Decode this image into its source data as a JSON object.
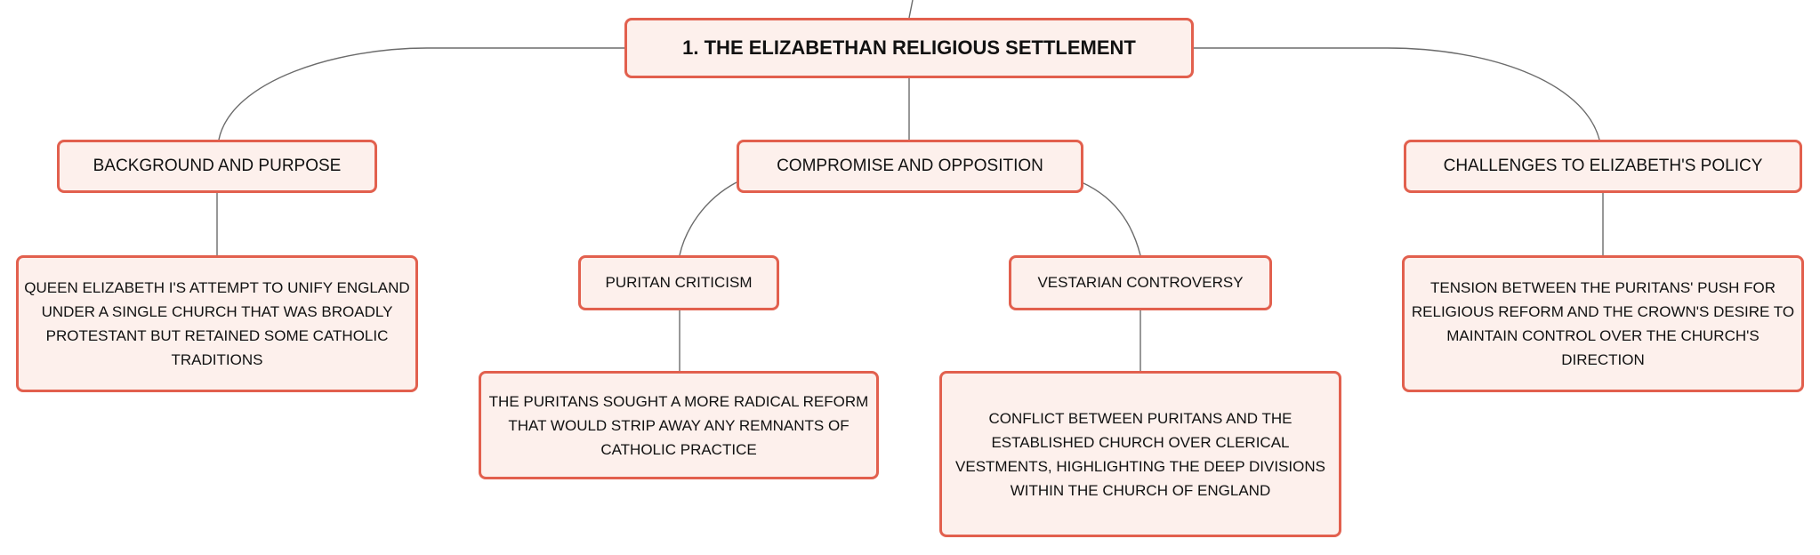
{
  "mindmap": {
    "root": {
      "title": "1. THE ELIZABETHAN RELIGIOUS SETTLEMENT"
    },
    "branches": {
      "background": {
        "title": "BACKGROUND AND PURPOSE",
        "detail": "QUEEN ELIZABETH I'S ATTEMPT TO UNIFY ENGLAND UNDER A SINGLE CHURCH THAT WAS BROADLY PROTESTANT BUT RETAINED SOME CATHOLIC TRADITIONS"
      },
      "compromise": {
        "title": "COMPROMISE AND OPPOSITION",
        "puritan": {
          "title": "PURITAN CRITICISM",
          "detail": "THE PURITANS SOUGHT A MORE RADICAL REFORM THAT WOULD STRIP AWAY ANY REMNANTS OF CATHOLIC PRACTICE"
        },
        "vestarian": {
          "title": "VESTARIAN CONTROVERSY",
          "detail": "CONFLICT BETWEEN PURITANS AND THE ESTABLISHED CHURCH OVER CLERICAL VESTMENTS, HIGHLIGHTING THE DEEP DIVISIONS WITHIN THE CHURCH OF ENGLAND"
        }
      },
      "challenges": {
        "title": "CHALLENGES TO ELIZABETH'S POLICY",
        "detail": "TENSION BETWEEN THE PURITANS' PUSH FOR RELIGIOUS REFORM AND THE CROWN'S DESIRE TO MAINTAIN CONTROL OVER THE CHURCH'S DIRECTION"
      }
    },
    "colors": {
      "node_fill": "#fdf0ec",
      "node_border": "#e2604e",
      "connector": "#6b6b6b",
      "text": "#111111"
    }
  }
}
